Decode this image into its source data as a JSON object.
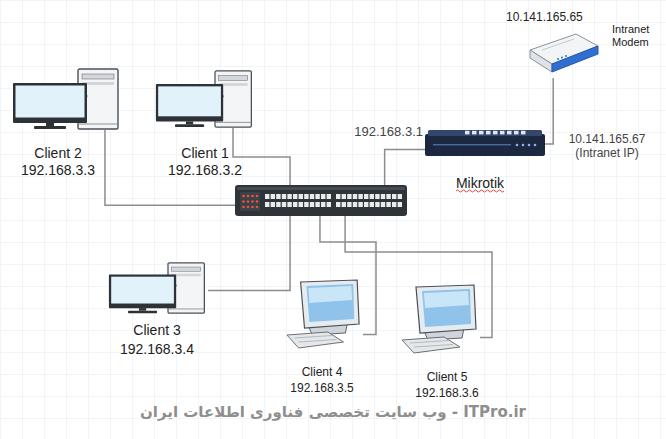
{
  "diagram": {
    "nodes": [
      {
        "text": [
          "10.141.165.65",
          "Intranet Modem"
        ]
      },
      {
        "text": [
          "Client 2",
          "192.168.3.3"
        ]
      },
      {
        "text": [
          "Client 1",
          "192.168.3.2"
        ]
      },
      {
        "text": [
          "192.168.3.1",
          "Mikrotik",
          "10.141.165.67 (Intranet IP)"
        ]
      },
      {
        "text": []
      },
      {
        "text": [
          "Client 3",
          "192.168.3.4"
        ]
      },
      {
        "text": [
          "Client 4",
          "192.168.3.5"
        ]
      },
      {
        "text": [
          "Client 5",
          "192.168.3.6"
        ]
      }
    ],
    "edges": [
      {
        "from": 0,
        "to": 3,
        "arrow": "none"
      },
      {
        "from": 1,
        "to": 4,
        "arrow": "none"
      },
      {
        "from": 2,
        "to": 4,
        "arrow": "none"
      },
      {
        "from": 3,
        "to": 4,
        "arrow": "none"
      },
      {
        "from": 5,
        "to": 4,
        "arrow": "none"
      },
      {
        "from": 6,
        "to": 4,
        "arrow": "none"
      },
      {
        "from": 7,
        "to": 4,
        "arrow": "none"
      }
    ],
    "labels": [
      "ITPro.ir - وب سایت تخصصی فناوری اطلاعات ایران"
    ]
  }
}
